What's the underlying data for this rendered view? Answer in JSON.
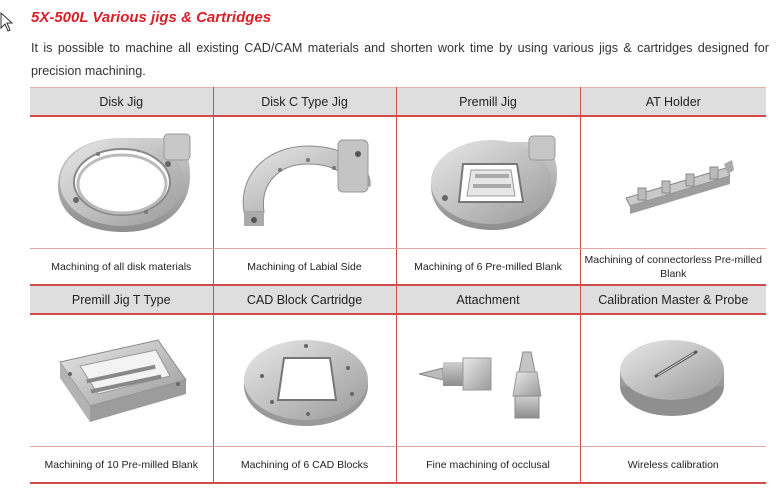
{
  "title": "5X-500L Various jigs & Cartridges",
  "intro": "It is possible to machine all existing CAD/CAM materials and shorten work time by using various jigs & cartridges designed for precision machining.",
  "rows": [
    {
      "items": [
        {
          "name": "Disk Jig",
          "caption": "Machining of all disk materials",
          "icon": "disk-jig-image"
        },
        {
          "name": "Disk C Type Jig",
          "caption": "Machining of Labial Side",
          "icon": "disk-c-type-jig-image"
        },
        {
          "name": "Premill Jig",
          "caption": "Machining of 6 Pre-milled Blank",
          "icon": "premill-jig-image"
        },
        {
          "name": "AT Holder",
          "caption": "Machining of connectorless Pre-milled Blank",
          "icon": "at-holder-image"
        }
      ]
    },
    {
      "items": [
        {
          "name": "Premill Jig T Type",
          "caption": "Machining of 10 Pre-milled Blank",
          "icon": "premill-jig-t-type-image"
        },
        {
          "name": "CAD Block Cartridge",
          "caption": "Machining of 6 CAD Blocks",
          "icon": "cad-block-cartridge-image"
        },
        {
          "name": "Attachment",
          "caption": "Fine machining of occlusal",
          "icon": "attachment-image"
        },
        {
          "name": "Calibration Master & Probe",
          "caption": "Wireless calibration",
          "icon": "calibration-master-probe-image"
        }
      ]
    }
  ],
  "colors": {
    "title": "#d8202a",
    "grid_line": "#d34a4a",
    "header_bg": "#dedede",
    "metal": "#b9b9b9"
  }
}
